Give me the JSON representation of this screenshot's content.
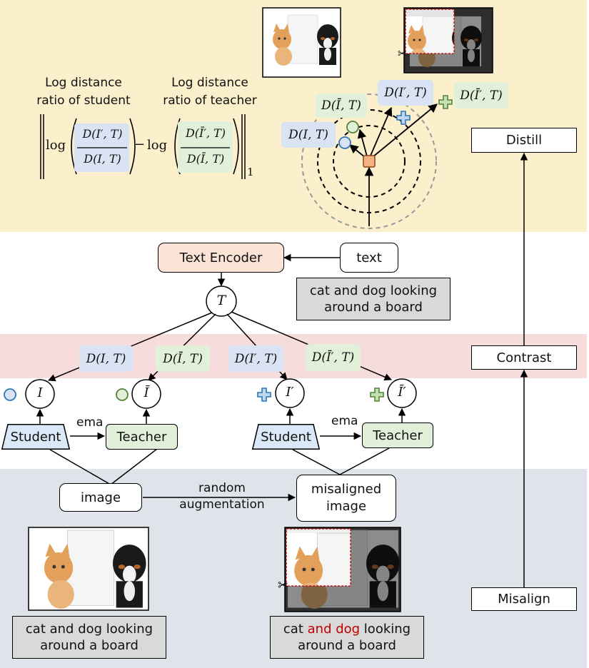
{
  "colors": {
    "band_loss": "#fcefcc",
    "band_score": "#f7dcdc",
    "band_image": "#dfe3ea",
    "encoder_fill": "#fbe3d6",
    "student_fill": "#dae8f7",
    "teacher_fill": "#e2f0d9",
    "tag_blue": "#dae3f3",
    "tag_green": "#e2f0d9",
    "caption_fill": "#d9d9d9",
    "highlight_red": "#c00000"
  },
  "loss": {
    "student_label": [
      "Log distance",
      "ratio of student"
    ],
    "teacher_label": [
      "Log distance",
      "ratio of teacher"
    ],
    "log_word": "log",
    "minus": "−",
    "student_num": "D(I′, T)",
    "student_den": "D(I, T)",
    "teacher_num": "D(Ī′, T)",
    "teacher_den": "D(Ī, T)",
    "norm_sub": "1"
  },
  "embedding": {
    "tags": {
      "d_ibar_t": "D(Ī, T)",
      "d_ip_t": "D(I′, T)",
      "d_ibarp_t": "D(Ī′, T)",
      "d_i_t": "D(I, T)"
    },
    "icons": [
      "teacher-circle-icon",
      "student-circle-icon",
      "student-cross-icon",
      "teacher-cross-icon",
      "text-square-icon"
    ]
  },
  "text_input": {
    "encoder_label": "Text Encoder",
    "text_label": "text",
    "caption": [
      "cat and dog looking",
      "around a board"
    ],
    "t_node": "T"
  },
  "scores": {
    "tags": [
      "D(I, T)",
      "D(Ī, T)",
      "D(I′, T)",
      "D(Ī′, T)"
    ],
    "nodes": [
      "I",
      "Ī",
      "I′",
      "Ī′"
    ]
  },
  "models": {
    "student_label": "Student",
    "teacher_label": "Teacher",
    "ema_label": "ema"
  },
  "image_input": {
    "image_label": "image",
    "misaligned_label": [
      "misaligned",
      "image"
    ],
    "augment_label": [
      "random",
      "augmentation"
    ],
    "caption_left": [
      "cat and dog looking",
      "around a board"
    ],
    "caption_right_pre": "cat ",
    "caption_right_red": "and dog",
    "caption_right_post": " looking",
    "caption_right_line2": "around a board"
  },
  "steps": {
    "distill": "Distill",
    "contrast": "Contrast",
    "misalign": "Misalign"
  }
}
